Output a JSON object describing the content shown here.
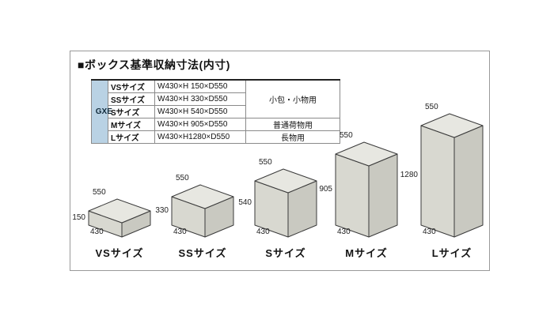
{
  "title": "■ボックス基準収納寸法(内寸)",
  "table": {
    "model": "GXE",
    "rows": [
      {
        "size": "VSサイズ",
        "dims": "W430×H 150×D550"
      },
      {
        "size": "SSサイズ",
        "dims": "W430×H 330×D550"
      },
      {
        "size": "Sサイズ",
        "dims": "W430×H 540×D550"
      },
      {
        "size": "Mサイズ",
        "dims": "W430×H 905×D550"
      },
      {
        "size": "Lサイズ",
        "dims": "W430×H1280×D550"
      }
    ],
    "usages": [
      {
        "label": "小包・小物用"
      },
      {
        "label": "普通荷物用"
      },
      {
        "label": "長物用"
      }
    ]
  },
  "boxes": [
    {
      "name": "VSサイズ",
      "depth": "550",
      "height": "150",
      "width": "430"
    },
    {
      "name": "SSサイズ",
      "depth": "550",
      "height": "330",
      "width": "430"
    },
    {
      "name": "Sサイズ",
      "depth": "550",
      "height": "540",
      "width": "430"
    },
    {
      "name": "Mサイズ",
      "depth": "550",
      "height": "905",
      "width": "430"
    },
    {
      "name": "Lサイズ",
      "depth": "550",
      "height": "1280",
      "width": "430"
    }
  ],
  "colors": {
    "model_bg": "#b9d2e4",
    "box_top": "#e7e7e1",
    "box_left": "#d8d8d0",
    "box_right": "#c9c9c1"
  }
}
